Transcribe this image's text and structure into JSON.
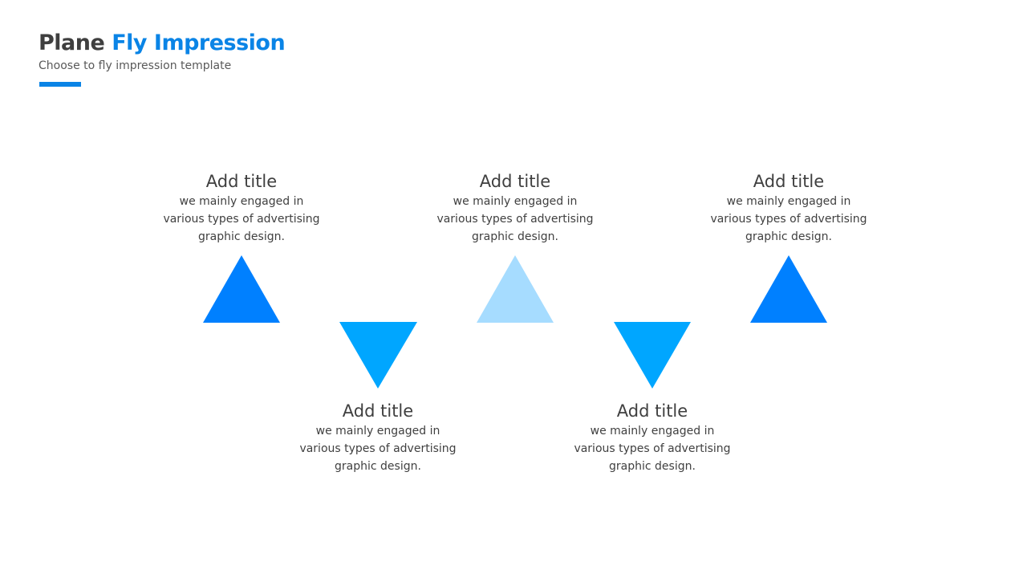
{
  "header": {
    "title_part1": "Plane",
    "title_part2": "Fly Impression",
    "subtitle": "Choose to fly impression template"
  },
  "colors": {
    "accent": "#0a84e6",
    "triangle_blue": "#0080ff",
    "triangle_cyan": "#00a6ff",
    "triangle_light": "#a6dcff"
  },
  "items": [
    {
      "title": "Add title",
      "description": "we mainly engaged in various types of advertising graphic design.",
      "direction": "up",
      "color": "#0080ff"
    },
    {
      "title": "Add title",
      "description": "we mainly engaged in various types of advertising graphic design.",
      "direction": "down",
      "color": "#00a6ff"
    },
    {
      "title": "Add title",
      "description": "we mainly engaged in various types of advertising graphic design.",
      "direction": "up",
      "color": "#a6dcff"
    },
    {
      "title": "Add title",
      "description": "we mainly engaged in various types of advertising graphic design.",
      "direction": "down",
      "color": "#00a6ff"
    },
    {
      "title": "Add title",
      "description": "we mainly engaged in various types of advertising graphic design.",
      "direction": "up",
      "color": "#0080ff"
    }
  ]
}
